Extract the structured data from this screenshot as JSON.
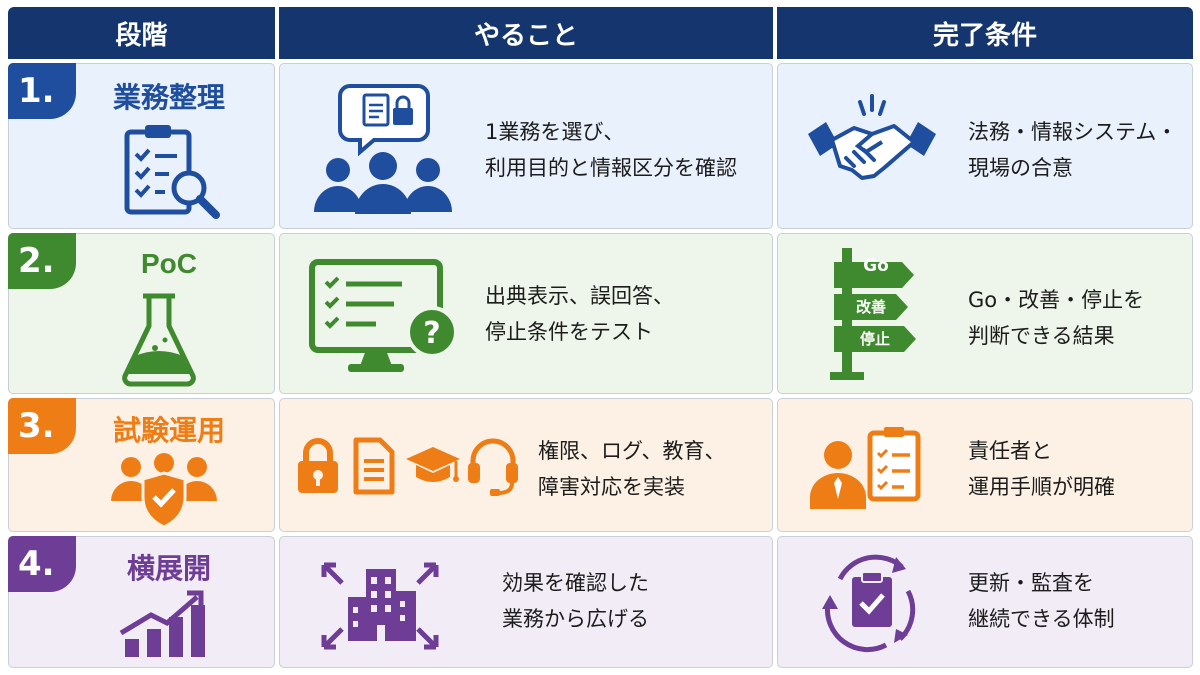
{
  "header": {
    "stage": "段階",
    "action": "やること",
    "criteria": "完了条件"
  },
  "colors": {
    "header": "#15356f",
    "blue": "#1f4e9e",
    "green": "#3f8a2e",
    "orange": "#ef7d16",
    "purple": "#6e3d96"
  },
  "rows": [
    {
      "number": "1.",
      "title": "業務整理",
      "title_icon": "clipboard-search-icon",
      "action": [
        "1業務を選び、",
        "利用目的と情報区分を確認"
      ],
      "action_icon": "team-discussion-icon",
      "criteria": [
        "法務・情報システム・",
        "現場の合意"
      ],
      "criteria_icon": "handshake-icon"
    },
    {
      "number": "2.",
      "title": "PoC",
      "title_icon": "flask-icon",
      "action": [
        "出典表示、誤回答、",
        "停止条件をテスト"
      ],
      "action_icon": "monitor-checklist-question-icon",
      "criteria": [
        "Go・改善・停止を",
        "判断できる結果"
      ],
      "criteria_icon": "signpost-icon",
      "signs": [
        "Go",
        "改善",
        "停止"
      ]
    },
    {
      "number": "3.",
      "title": "試験運用",
      "title_icon": "team-shield-icon",
      "action": [
        "権限、ログ、教育、",
        "障害対応を実装"
      ],
      "action_icons": [
        "lock-icon",
        "document-icon",
        "graduation-cap-icon",
        "headset-icon"
      ],
      "criteria": [
        "責任者と",
        "運用手順が明確"
      ],
      "criteria_icon": "person-checklist-icon"
    },
    {
      "number": "4.",
      "title": "横展開",
      "title_icon": "growth-chart-icon",
      "action": [
        "効果を確認した",
        "業務から広げる"
      ],
      "action_icon": "buildings-expand-icon",
      "criteria": [
        "更新・監査を",
        "継続できる体制"
      ],
      "criteria_icon": "cycle-clipboard-icon"
    }
  ]
}
